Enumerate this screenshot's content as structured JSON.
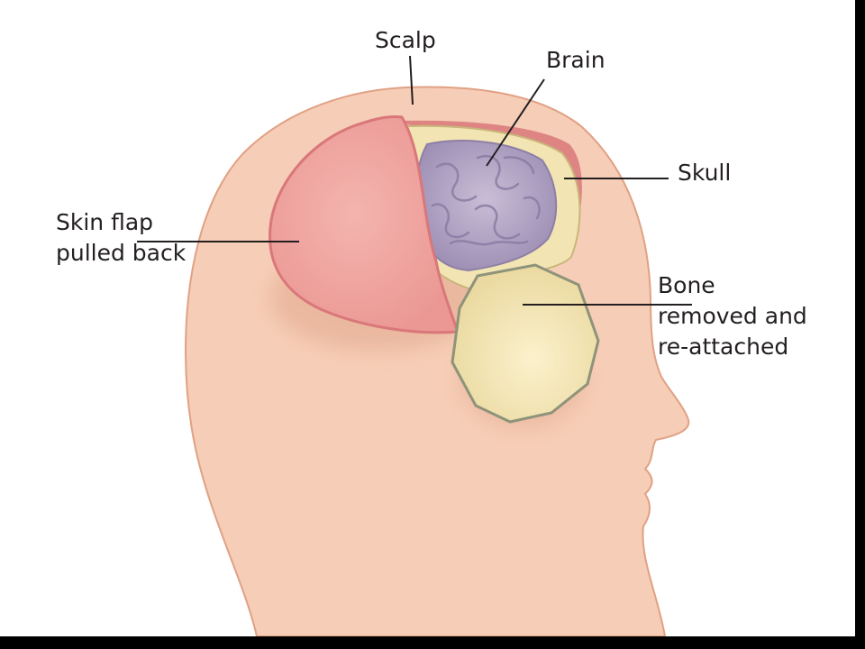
{
  "labels": {
    "scalp": "Scalp",
    "brain": "Brain",
    "skull": "Skull",
    "skin_flap": [
      "Skin flap",
      "pulled back"
    ],
    "bone": [
      "Bone",
      "removed and",
      "re-attached"
    ]
  },
  "colors": {
    "skin": "#f6cdb6",
    "skin_outline": "#e0a184",
    "flap": "#f2a9a5",
    "flap_rim": "#d9777a",
    "skull": "#f2e5b3",
    "brain": "#b7aac6",
    "bone": "#f6e7b6",
    "leader": "#231f20"
  }
}
